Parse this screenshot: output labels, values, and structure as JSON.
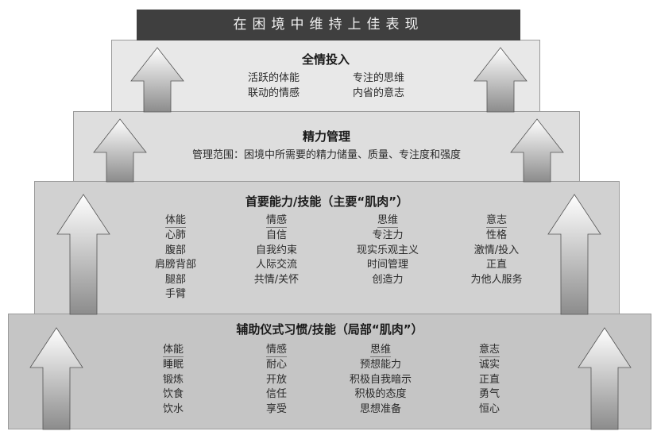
{
  "top_banner": "在困境中维持上佳表现",
  "level_full_engagement": {
    "title": "全情投入",
    "left_items": [
      "活跃的体能",
      "联动的情感"
    ],
    "right_items": [
      "专注的思维",
      "内省的意志"
    ]
  },
  "level_energy_management": {
    "title": "精力管理",
    "description": "管理范围：困境中所需要的精力储量、质量、专注度和强度"
  },
  "level_primary_skills": {
    "title": "首要能力/技能（主要“肌肉”）",
    "columns": [
      {
        "header": "体能",
        "items": [
          "心肺",
          "腹部",
          "肩膀背部",
          "腿部",
          "手臂"
        ]
      },
      {
        "header": "情感",
        "items": [
          "自信",
          "自我约束",
          "人际交流",
          "共情/关怀"
        ]
      },
      {
        "header": "思维",
        "items": [
          "专注力",
          "现实乐观主义",
          "时间管理",
          "创造力"
        ]
      },
      {
        "header": "意志",
        "items": [
          "性格",
          "激情/投入",
          "正直",
          "为他人服务"
        ]
      }
    ]
  },
  "level_supporting_rituals": {
    "title": "辅助仪式习惯/技能（局部“肌肉”）",
    "columns": [
      {
        "header": "体能",
        "items": [
          "睡眠",
          "锻炼",
          "饮食",
          "饮水"
        ]
      },
      {
        "header": "情感",
        "items": [
          "耐心",
          "开放",
          "信任",
          "享受"
        ]
      },
      {
        "header": "思维",
        "items": [
          "预想能力",
          "积极自我暗示",
          "积极的态度",
          "思想准备"
        ]
      },
      {
        "header": "意志",
        "items": [
          "诚实",
          "正直",
          "勇气",
          "恒心"
        ]
      }
    ]
  },
  "colors": {
    "banner": "#3f3f3f",
    "arrow_light": "#ffffff",
    "arrow_dark": "#8c8c8c"
  }
}
